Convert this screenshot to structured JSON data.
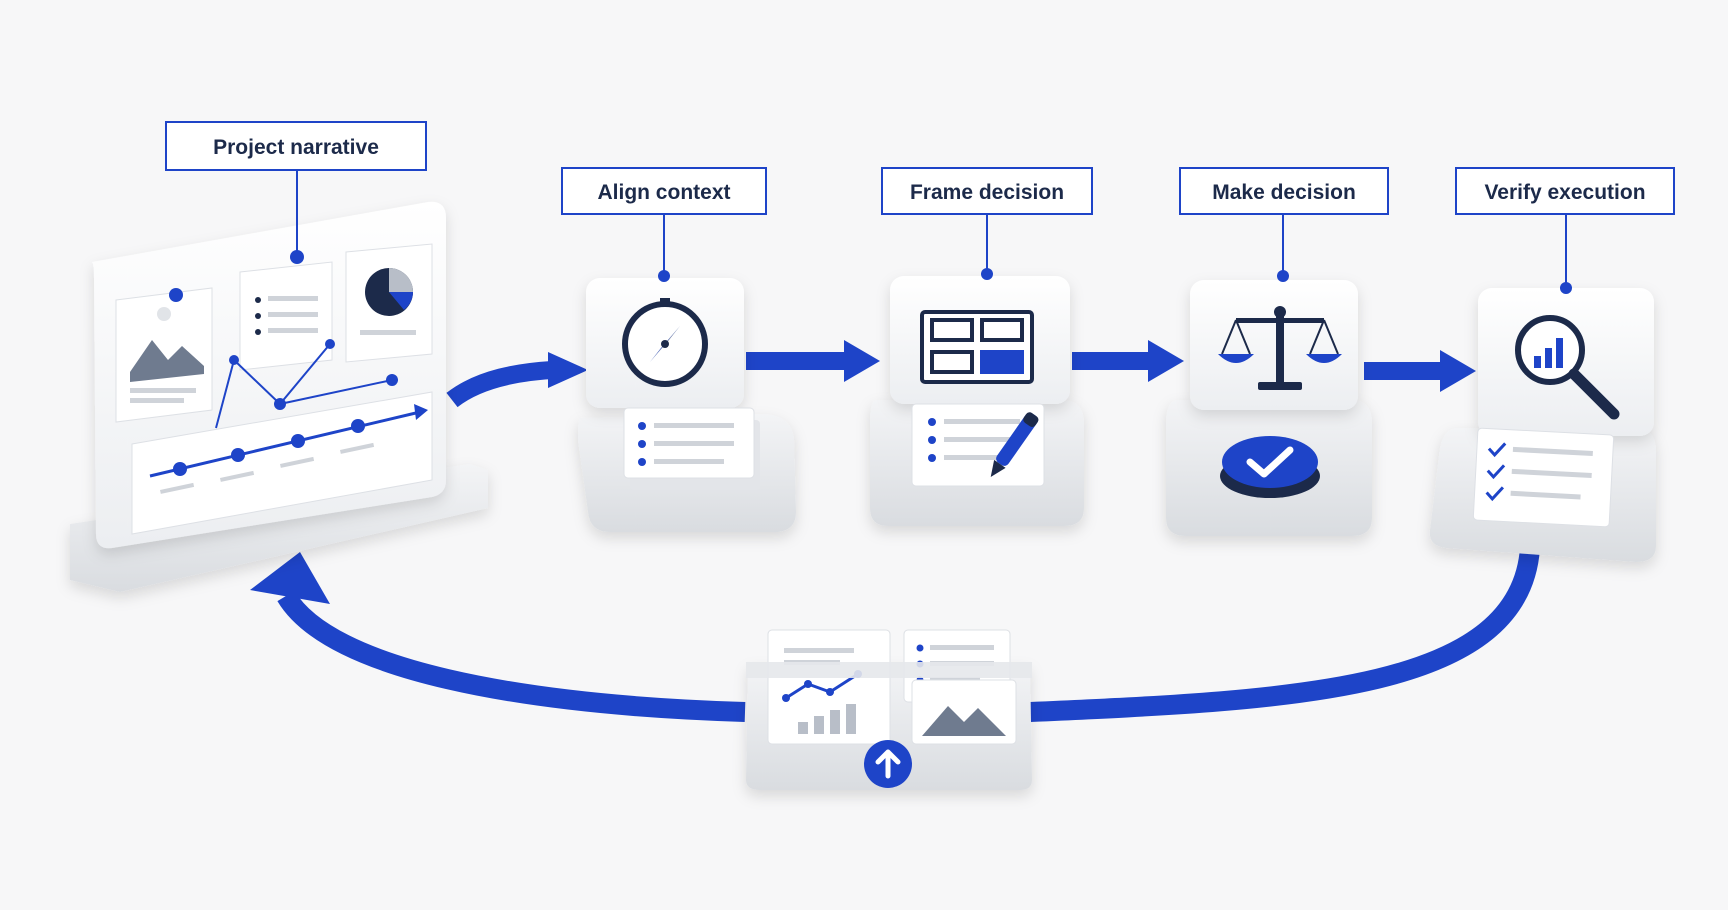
{
  "colors": {
    "accent": "#1e44c8",
    "navy": "#1c2a4a",
    "panel": "#ffffff",
    "panel_shadow": "#cfd3d9",
    "base": "#e6e8eb",
    "background": "#f7f7f8",
    "slate": "#6f7b8f"
  },
  "labels": {
    "project_narrative": "Project narrative",
    "align_context": "Align context",
    "frame_decision": "Frame decision",
    "make_decision": "Make decision",
    "verify_execution": "Verify execution"
  },
  "icons": {
    "align": "compass-icon",
    "frame": "layout-icon",
    "decide": "scales-icon",
    "verify": "magnifier-chart-icon",
    "feedback": "arrow-up-icon"
  }
}
